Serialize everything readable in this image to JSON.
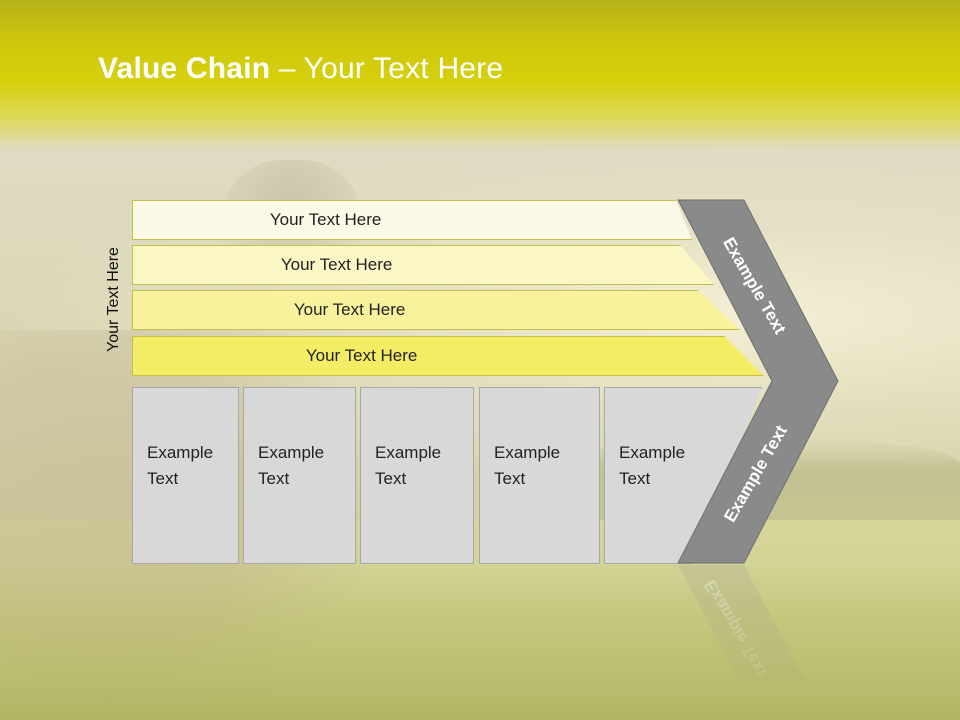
{
  "slide": {
    "title_bold": "Value Chain",
    "title_rest": " – Your Text Here",
    "vertical_label": "Your Text Here"
  },
  "rows": [
    {
      "label": "Your Text Here"
    },
    {
      "label": "Your Text Here"
    },
    {
      "label": "Your Text Here"
    },
    {
      "label": "Your Text Here"
    }
  ],
  "boxes": [
    {
      "line1": "Example",
      "line2": "Text"
    },
    {
      "line1": "Example",
      "line2": "Text"
    },
    {
      "line1": "Example",
      "line2": "Text"
    },
    {
      "line1": "Example",
      "line2": "Text"
    },
    {
      "line1": "Example",
      "line2": "Text"
    }
  ],
  "chevron": {
    "top_label": "Example Text",
    "bottom_label": "Example Text"
  },
  "colors": {
    "header": "#d6d00c",
    "row_fills": [
      "#fbfae6",
      "#faf7c4",
      "#f7f29b",
      "#f3ec65"
    ],
    "box_fill": "#d8d8d8",
    "chevron_fill": "#8a8a8a"
  }
}
